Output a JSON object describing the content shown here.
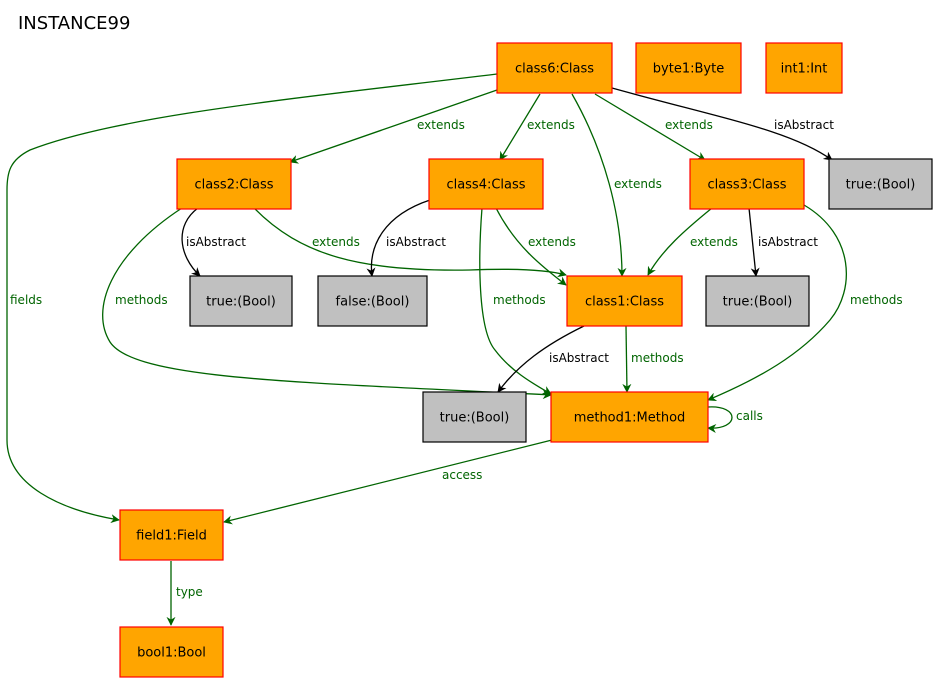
{
  "title": "INSTANCE99",
  "colors": {
    "object_fill": "#ffa500",
    "object_stroke": "#ff0000",
    "value_fill": "#c0c0c0",
    "value_stroke": "#000000",
    "edge_green": "#006400",
    "edge_black": "#000000"
  },
  "nodes": {
    "class6": "class6:Class",
    "byte1": "byte1:Byte",
    "int1": "int1:Int",
    "class2": "class2:Class",
    "class4": "class4:Class",
    "class3": "class3:Class",
    "true_a": "true:(Bool)",
    "true_b": "true:(Bool)",
    "false_a": "false:(Bool)",
    "class1": "class1:Class",
    "true_c": "true:(Bool)",
    "true_d": "true:(Bool)",
    "method1": "method1:Method",
    "field1": "field1:Field",
    "bool1": "bool1:Bool"
  },
  "edges": {
    "c6_c2": "extends",
    "c6_c4": "extends",
    "c6_c1": "extends",
    "c6_c3": "extends",
    "c6_abs": "isAbstract",
    "c6_field": "fields",
    "c2_abs": "isAbstract",
    "c2_c1": "extends",
    "c2_m": "methods",
    "c4_abs": "isAbstract",
    "c4_c1": "extends",
    "c4_m": "methods",
    "c3_c1": "extends",
    "c3_abs": "isAbstract",
    "c3_m": "methods",
    "c1_abs": "isAbstract",
    "c1_m": "methods",
    "m_calls": "calls",
    "m_access": "access",
    "f_type": "type"
  }
}
